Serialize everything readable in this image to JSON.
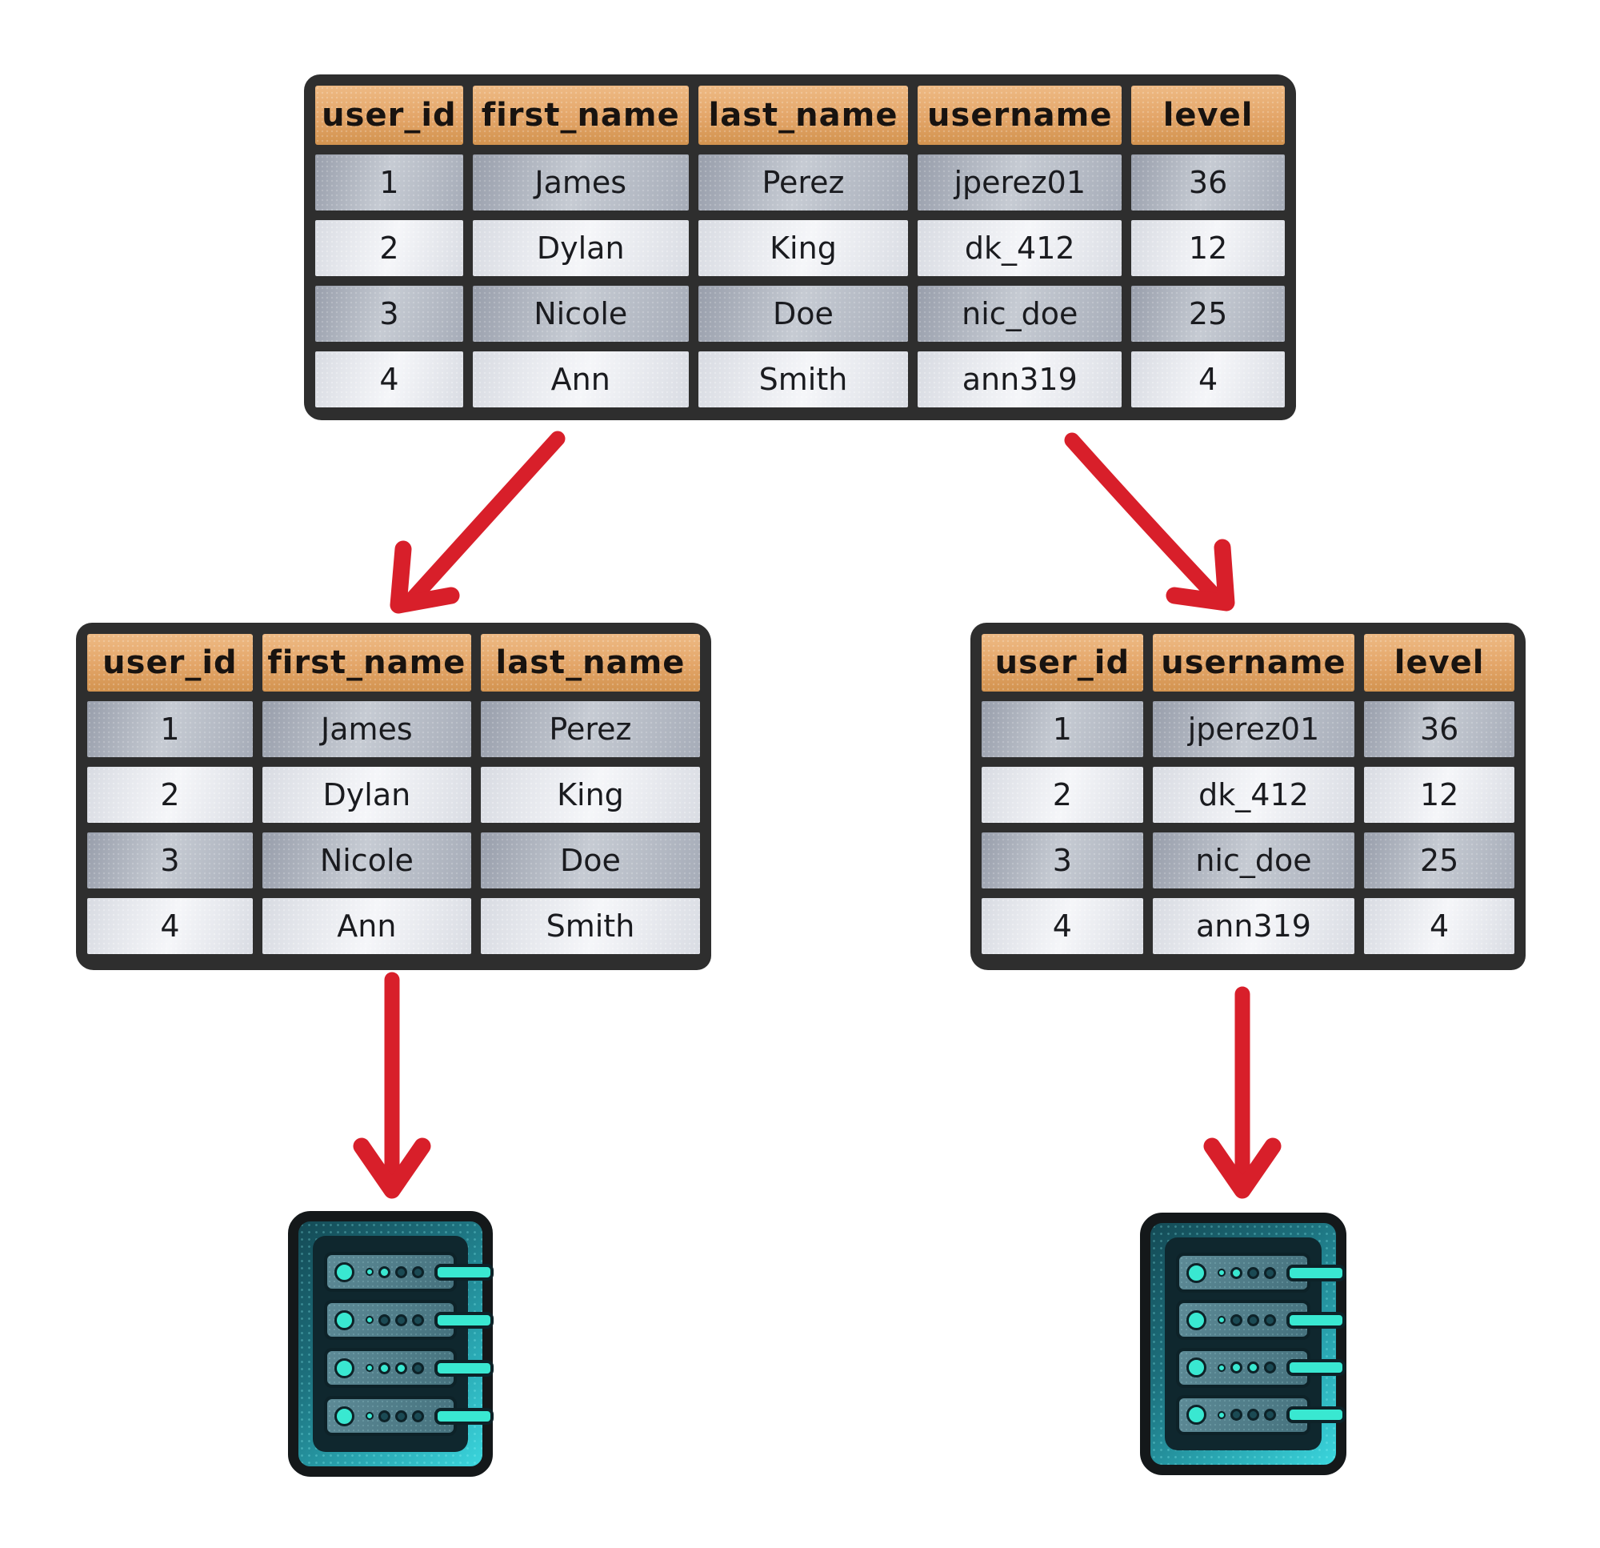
{
  "colors": {
    "background": "#ffffff",
    "table_frame": "#2e2e2e",
    "header_orange_light": "#eeba84",
    "header_orange_dark": "#d2934f",
    "row_gray_dark": "#aab0bc",
    "row_gray_light": "#e9ebf0",
    "cell_text": "#1a1b1f",
    "arrow_red": "#d81f2a",
    "server_teal_dark": "#175460",
    "server_teal_bright": "#33cdd6",
    "server_panel": "#0f272e",
    "server_slat": "#4d7a86",
    "led_teal": "#39e8d1",
    "led_dark": "#1b4a54"
  },
  "tables": {
    "main": {
      "columns": [
        "user_id",
        "first_name",
        "last_name",
        "username",
        "level"
      ],
      "rows": [
        [
          "1",
          "James",
          "Perez",
          "jperez01",
          "36"
        ],
        [
          "2",
          "Dylan",
          "King",
          "dk_412",
          "12"
        ],
        [
          "3",
          "Nicole",
          "Doe",
          "nic_doe",
          "25"
        ],
        [
          "4",
          "Ann",
          "Smith",
          "ann319",
          "4"
        ]
      ]
    },
    "left_partition": {
      "columns": [
        "user_id",
        "first_name",
        "last_name"
      ],
      "rows": [
        [
          "1",
          "James",
          "Perez"
        ],
        [
          "2",
          "Dylan",
          "King"
        ],
        [
          "3",
          "Nicole",
          "Doe"
        ],
        [
          "4",
          "Ann",
          "Smith"
        ]
      ]
    },
    "right_partition": {
      "columns": [
        "user_id",
        "username",
        "level"
      ],
      "rows": [
        [
          "1",
          "jperez01",
          "36"
        ],
        [
          "2",
          "dk_412",
          "12"
        ],
        [
          "3",
          "nic_doe",
          "25"
        ],
        [
          "4",
          "ann319",
          "4"
        ]
      ]
    }
  },
  "icons": {
    "left_server": "server-rack-icon",
    "right_server": "server-rack-icon"
  },
  "server_icon": {
    "slat_dot_patterns": [
      [
        "bright",
        "bright",
        "dark",
        "dark"
      ],
      [
        "bright",
        "dark",
        "dark",
        "dark"
      ],
      [
        "bright",
        "bright",
        "bright",
        "dark"
      ],
      [
        "bright",
        "dark",
        "dark",
        "dark"
      ]
    ]
  }
}
